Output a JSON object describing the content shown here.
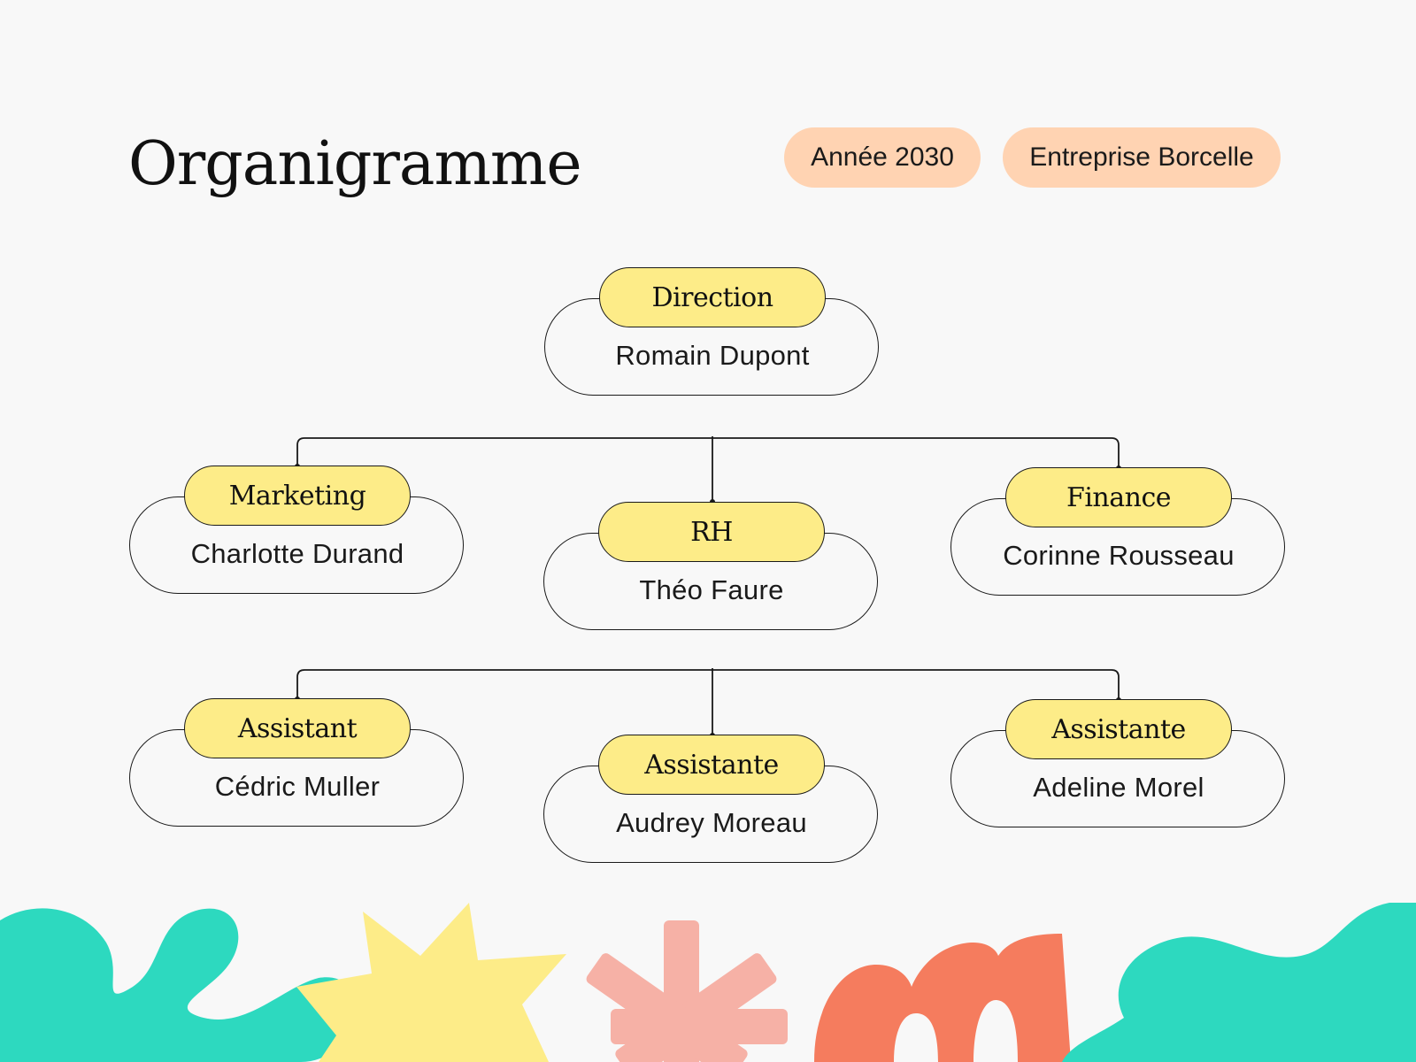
{
  "title": "Organigramme",
  "badges": {
    "year": "Année 2030",
    "company": "Entreprise Borcelle"
  },
  "nodes": [
    {
      "role": "Direction",
      "person": "Romain Dupont"
    },
    {
      "role": "Marketing",
      "person": "Charlotte Durand"
    },
    {
      "role": "RH",
      "person": "Théo Faure"
    },
    {
      "role": "Finance",
      "person": "Corinne Rousseau"
    },
    {
      "role": "Assistant",
      "person": "Cédric Muller"
    },
    {
      "role": "Assistante",
      "person": "Audrey Moreau"
    },
    {
      "role": "Assistante",
      "person": "Adeline Morel"
    }
  ],
  "colors": {
    "badge": "#ffd3b2",
    "role": "#fdec88",
    "decor_teal": "#2dd9bf",
    "decor_yellow": "#fdec88",
    "decor_pink": "#f6b1a6",
    "decor_orange": "#f57c5e"
  }
}
